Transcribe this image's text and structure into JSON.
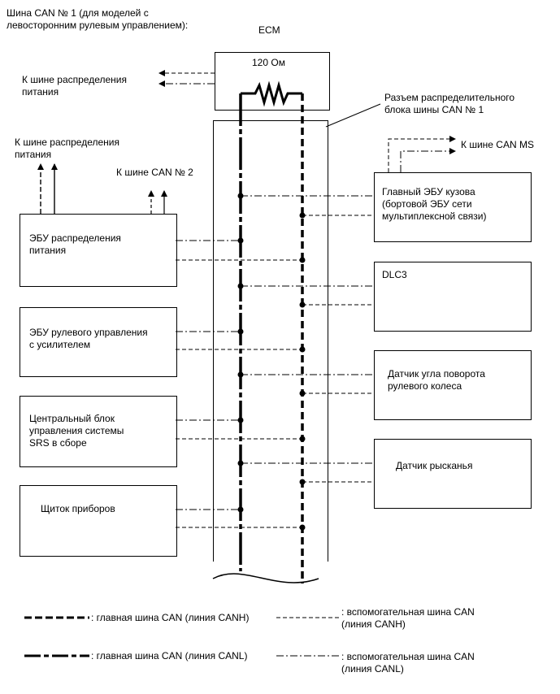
{
  "title": "Шина CAN № 1 (для моделей с\nлевосторонним рулевым управлением):",
  "ecm": {
    "label": "ECM",
    "resistor": "120 Ом"
  },
  "junction_label": "Разъем распределительного\nблока шины CAN № 1",
  "arrows": {
    "top_left": "К шине распределения\nпитания",
    "left_upper": "К шине распределения\nпитания",
    "can2": "К шине CAN № 2",
    "can_ms": "К шине CAN MS"
  },
  "left_units": [
    "ЭБУ распределения\nпитания",
    "ЭБУ рулевого управления\nс усилителем",
    "Центральный блок\nуправления системы\nSRS в сборе",
    "Щиток приборов"
  ],
  "right_units": [
    "Главный ЭБУ кузова\n(бортовой ЭБУ сети\nмультиплексной связи)",
    "DLC3",
    "Датчик угла поворота\nрулевого колеса",
    "Датчик рысканья"
  ],
  "legend": {
    "main_canh": ": главная шина CAN (линия CANH)",
    "aux_canh": ": вспомогательная шина CAN\n(линия CANH)",
    "main_canl": ": главная шина CAN (линия CANL)",
    "aux_canl": ": вспомогательная шина CAN\n(линия CANL)"
  }
}
